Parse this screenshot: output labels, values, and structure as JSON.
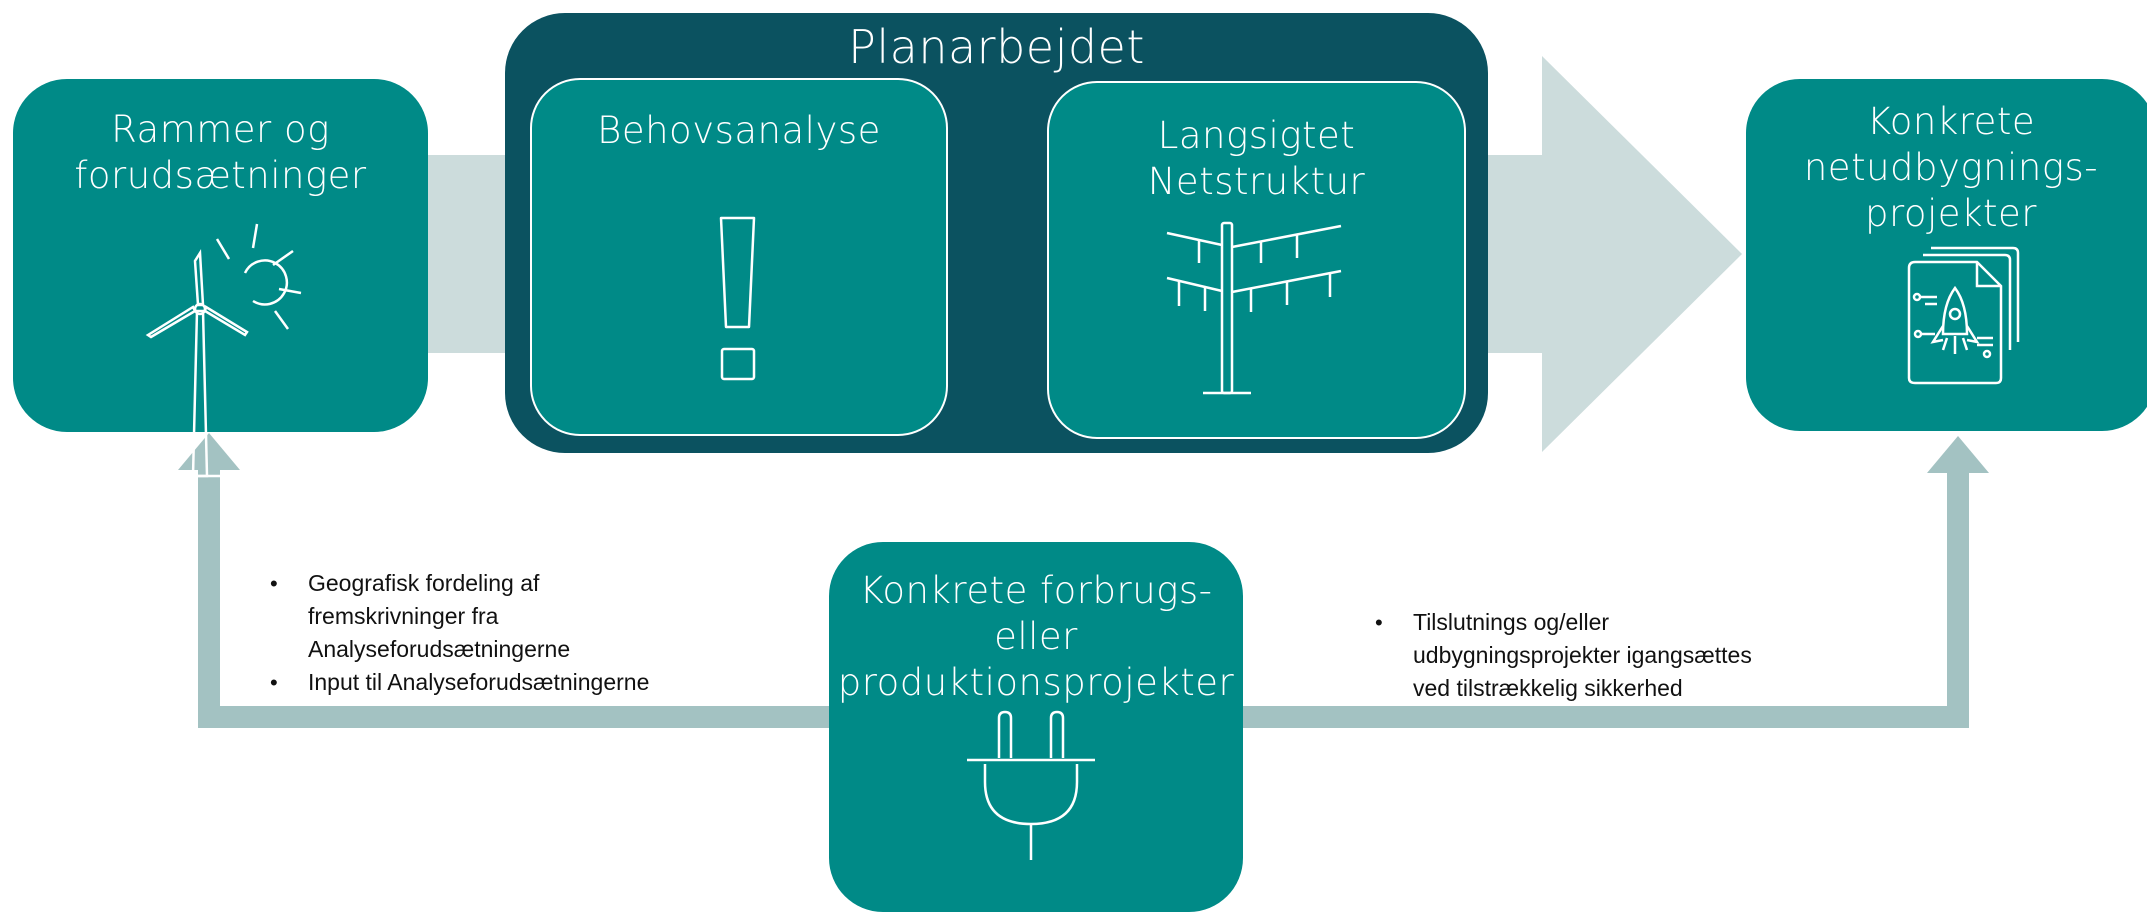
{
  "colors": {
    "teal": "#008a87",
    "dark_teal": "#0b5260",
    "light_band": "#ccdcdc",
    "loop_arrow": "#a3c2c2",
    "white": "#ffffff"
  },
  "planarbejdet": {
    "title": "Planarbejdet",
    "behovsanalyse": {
      "title": "Behovsanalyse",
      "icon": "exclamation-icon"
    },
    "netstruktur": {
      "title_line1": "Langsigtet",
      "title_line2": "Netstruktur",
      "icon": "power-pylon-icon"
    }
  },
  "rammer": {
    "title_line1": "Rammer og",
    "title_line2": "forudsætninger",
    "icon": "wind-turbine-sun-icon"
  },
  "konkrete_net": {
    "title_line1": "Konkrete",
    "title_line2": "netudbygnings-",
    "title_line3": "projekter",
    "icon": "rocket-document-icon"
  },
  "konkrete_forbrug": {
    "title_line1": "Konkrete forbrugs-",
    "title_line2": "eller",
    "title_line3": "produktionsprojekter",
    "icon": "plug-icon"
  },
  "left_bullets": {
    "item1_line1": "Geografisk fordeling af",
    "item1_line2": "fremskrivninger fra",
    "item1_line3": "Analyseforudsætningerne",
    "item2": "Input til Analyseforudsætningerne"
  },
  "right_bullets": {
    "item1_line1": "Tilslutnings og/eller",
    "item1_line2": "udbygningsprojekter igangsættes",
    "item1_line3": "ved tilstrækkelig sikkerhed"
  }
}
